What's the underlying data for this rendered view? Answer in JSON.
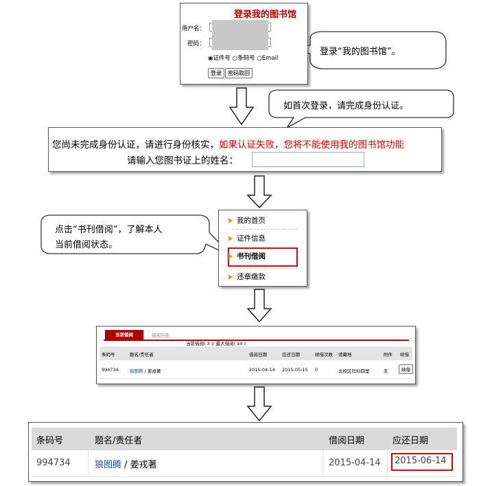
{
  "login": {
    "title": "登录我的图书馆",
    "username_label": "用户名：",
    "password_label": "密码：",
    "options": [
      "证件号",
      "条码号",
      "Email"
    ],
    "login_button": "登录",
    "retrieve_button": "密码取回"
  },
  "callouts": {
    "login": "登录“我的图书馆”。",
    "first_login": "如首次登录，请完成身份认证。",
    "menu_line1": "点击“书刊借阅”，了解本人",
    "menu_line2": "当前借阅状态。"
  },
  "verify": {
    "line1_black": "您尚未完成身份认证，请进行身份核实，",
    "line1_red": "如果认证失败，您将不能使用我的图书馆功能",
    "line2": "请输入您图书证上的姓名："
  },
  "menu": {
    "items": [
      "我的首页",
      "证件信息",
      "书刊借阅",
      "违章缴款"
    ]
  },
  "small_table": {
    "tab_active": "当前借阅",
    "tab_inactive": "借阅历史",
    "summary": "当前借阅( 3 )/ 最大借阅( 50 )",
    "headers": [
      "条码号",
      "题名/责任者",
      "借阅日期",
      "应还日期",
      "续借次数",
      "馆藏地",
      "附件",
      "续借"
    ],
    "row": {
      "barcode": "994734",
      "title_link": "狼图腾",
      "author": " / 姜戎著",
      "borrow_date": "2015-04-14",
      "due_date": "2015-05-15",
      "renew_count": "0",
      "location": "北校区社科四室",
      "attachment": "无",
      "renew_button": "续借"
    }
  },
  "big_table": {
    "headers": [
      "条码号",
      "题名/责任者",
      "借阅日期",
      "应还日期"
    ],
    "row": {
      "barcode": "994734",
      "title_link": "狼图腾",
      "author": " / 姜戎著",
      "borrow_date": "2015-04-14",
      "due_date": "2015-06-14"
    }
  },
  "colors": {
    "accent_red": "#c00000",
    "highlight_red": "#e00000",
    "link_blue": "#1f4ea8",
    "menu_arrow": "#e09a1d"
  }
}
